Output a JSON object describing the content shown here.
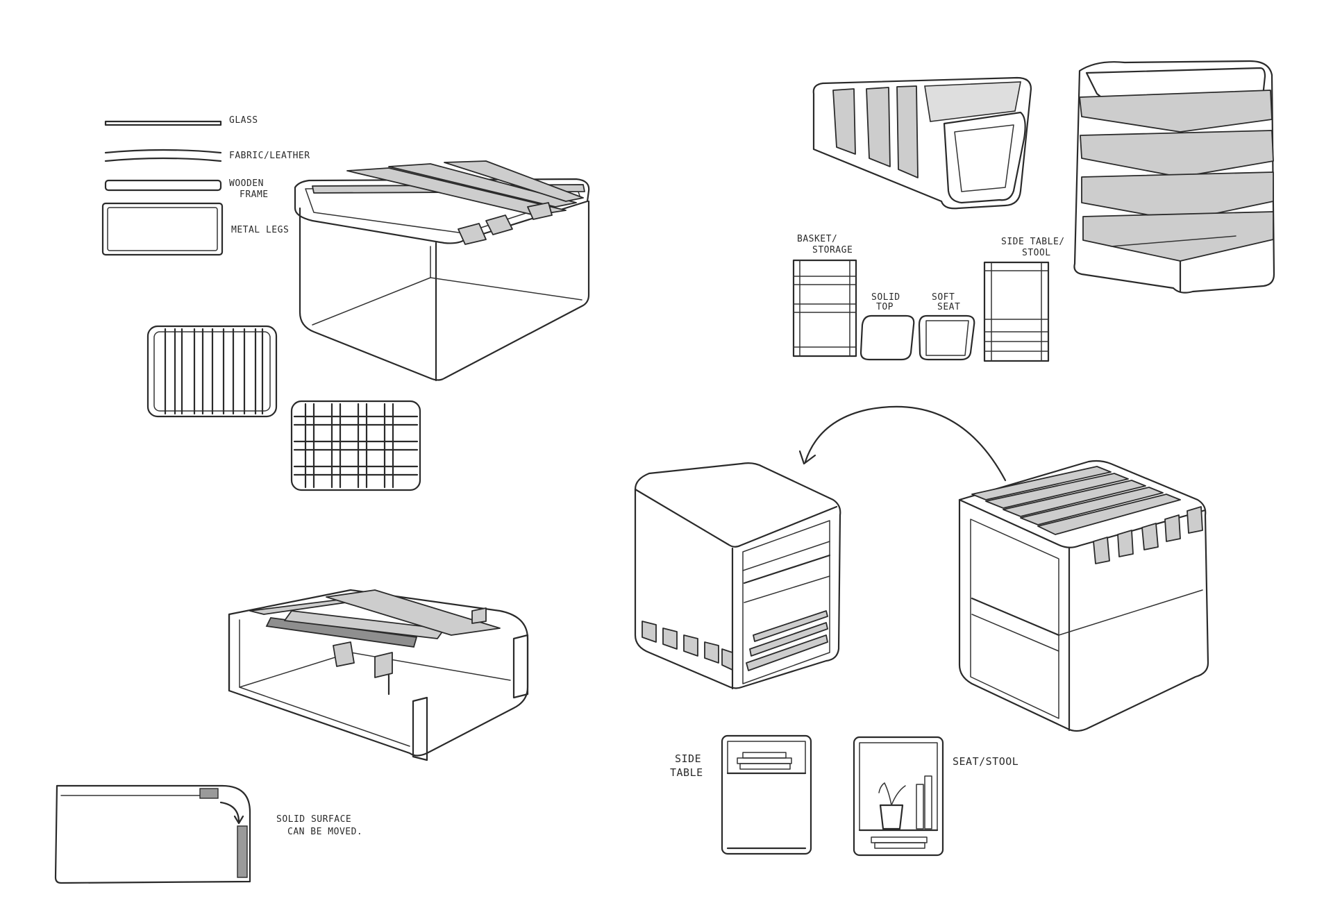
{
  "legend": {
    "glass": "GLASS",
    "fabric": "FABRIC/LEATHER",
    "wood_1": "WOODEN",
    "wood_2": "FRAME",
    "metal": "METAL LEGS"
  },
  "notes": {
    "solid_1": "SOLID SURFACE",
    "solid_2": "CAN BE MOVED.",
    "basket_1": "BASKET/",
    "basket_2": "STORAGE",
    "solid_top_1": "SOLID",
    "solid_top_2": "TOP",
    "soft_seat_1": "SOFT",
    "soft_seat_2": "SEAT",
    "side_stool_1": "SIDE TABLE/",
    "side_stool_2": "STOOL",
    "side_table_1": "SIDE",
    "side_table_2": "TABLE",
    "seat_stool": "SEAT/STOOL"
  },
  "colors": {
    "ink": "#2a2a2a",
    "strap": "#cdcdcd",
    "strap_dark": "#8f8f8f",
    "paper": "#ffffff"
  }
}
